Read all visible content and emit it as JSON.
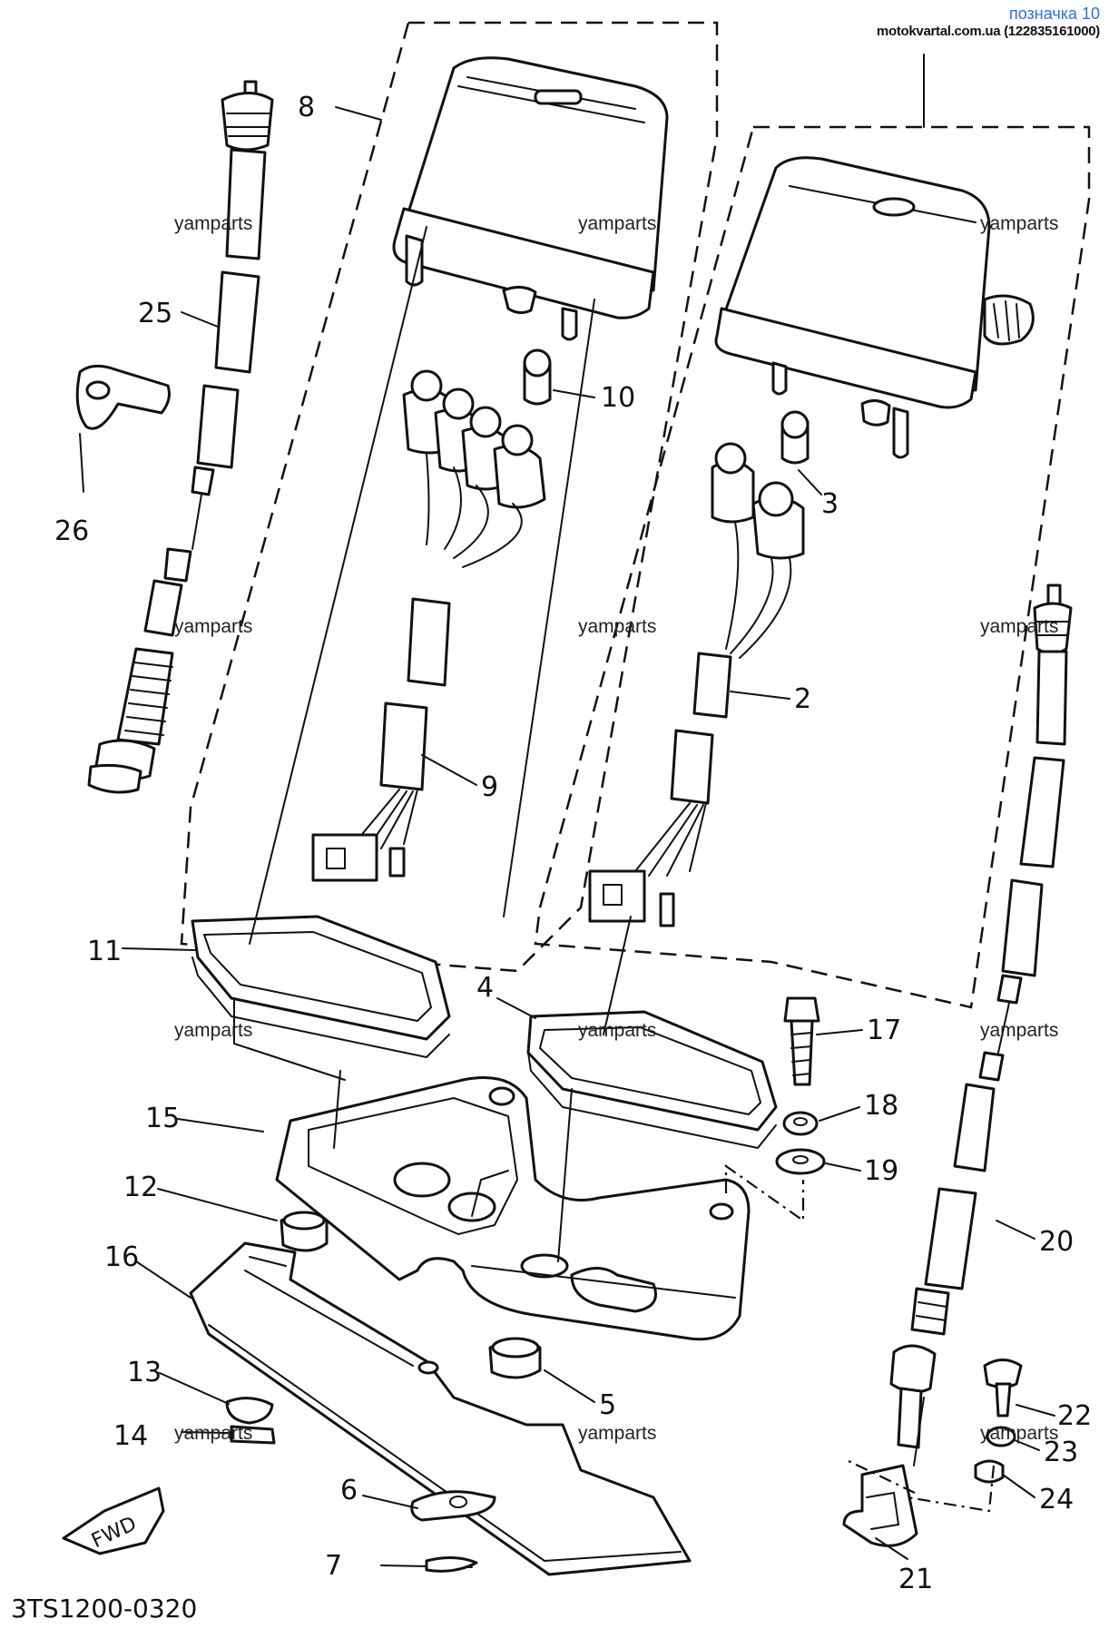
{
  "header": {
    "title": "позначка 10",
    "site": "motokvartal.com.ua (122835161000)"
  },
  "diagram": {
    "code": "3TS1200-0320",
    "fwd_label": "FWD",
    "watermark": "yamparts",
    "callouts": [
      "8",
      "25",
      "26",
      "10",
      "3",
      "2",
      "9",
      "11",
      "4",
      "17",
      "18",
      "19",
      "15",
      "12",
      "16",
      "20",
      "13",
      "5",
      "14",
      "22",
      "23",
      "6",
      "24",
      "7",
      "21"
    ]
  }
}
